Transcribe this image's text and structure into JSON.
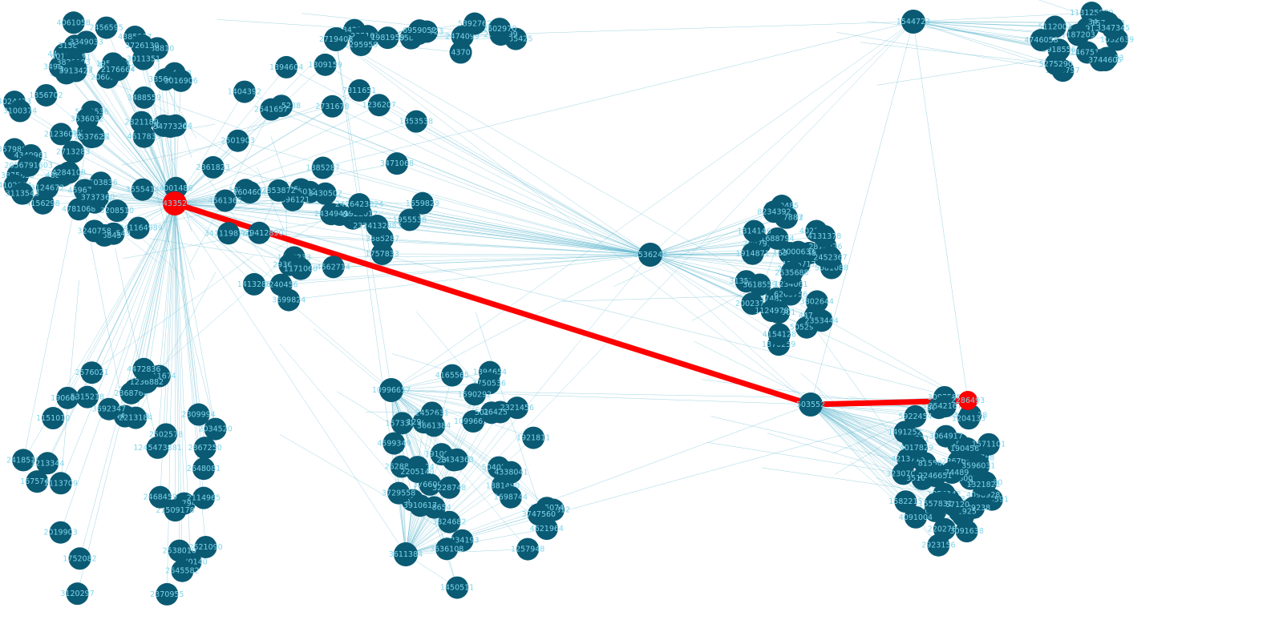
{
  "colors": {
    "background": "#ffffff",
    "node": "#0a5a73",
    "node_highlight": "#ff0000",
    "edge": "#5fb8cf",
    "path_edge": "#ff0000",
    "label": "#7fd4ea"
  },
  "highlighted_path": [
    "43352",
    "503552",
    "2286493"
  ],
  "hubs": {
    "hub_a": "43352",
    "hub_b": "503552",
    "hub_c": "1536246",
    "hub_d": "1544723",
    "hub_e": "10996657",
    "hub_f": "3611384",
    "hub_g": "2719406",
    "hub_h": "2286493"
  },
  "labels": {
    "top_left": [
      "3148254",
      "4599564",
      "2241164989",
      "4385997",
      "2060551",
      "3503836",
      "3488810",
      "4889981",
      "2264658",
      "3875853",
      "3124672",
      "3579889",
      "5224012",
      "3726130",
      "3566671",
      "3753109",
      "4102834",
      "4617839",
      "4596741",
      "4653549",
      "4024473",
      "5042536",
      "4349961",
      "4781068",
      "3208510",
      "3536032",
      "3498764",
      "3145462",
      "1707446",
      "3011351",
      "4001486",
      "4583545",
      "4706845",
      "4691916",
      "4061058",
      "3477320",
      "4537881",
      "3100374",
      "4456790",
      "3356400",
      "4012464",
      "3828103",
      "3737360",
      "3158309",
      "1950542",
      "2123601",
      "2537625",
      "2713283",
      "2456595",
      "4284108",
      "3488559",
      "2821189",
      "3240758",
      "2176664",
      "3349033",
      "3913423",
      "3555414",
      "4156298",
      "1356702",
      "2056791603",
      "3016906",
      "3113543"
    ],
    "center_left": [
      "2427940",
      "2034520",
      "2370955",
      "2867250",
      "2641885",
      "2502578",
      "1151010",
      "2521090",
      "2114965",
      "1511674",
      "2418519",
      "2309994",
      "3120297",
      "2576021",
      "2184420939",
      "1752082",
      "21509178",
      "1245473881",
      "1675740",
      "1170140",
      "1906669",
      "2538010",
      "2368766",
      "2213184",
      "2019903",
      "5315218",
      "1213344",
      "3692347",
      "2468459",
      "1113709",
      "1236882",
      "4472836",
      "2648081",
      "2645582"
    ],
    "middle": [
      "24135238",
      "3259410",
      "9717535",
      "2429412890",
      "1404392",
      "2731678",
      "1659829",
      "1236207",
      "3654640",
      "2501903",
      "1922012",
      "3885287",
      "1955538",
      "2501219",
      "7311651",
      "1385287",
      "1412233",
      "4396121",
      "2361823",
      "2434949",
      "1413288",
      "2324132883",
      "1077549",
      "2541657",
      "1309159",
      "2853872",
      "2936821",
      "1604604",
      "3471068",
      "3411198761",
      "1353538",
      "1757833",
      "1171068",
      "2426423824",
      "3430502",
      "3699824",
      "4562714",
      "4561365",
      "1394604",
      "7240456"
    ],
    "top_middle": [
      "2719406",
      "4342036",
      "2164722",
      "1435425",
      "1658388",
      "2351039",
      "2357723",
      "2796799",
      "2474099",
      "2602970",
      "2295959",
      "1981959",
      "5392762",
      "4370",
      "6959052"
    ],
    "top_right_cluster": [
      "2879797",
      "113125879",
      "3359155",
      "4346933",
      "2669378",
      "3474174",
      "1576513",
      "1187203",
      "1032639",
      "1467510",
      "5275290",
      "5112003",
      "3918556",
      "3347345",
      "3744605",
      "4746058"
    ],
    "right_upper_cluster": [
      "5081088",
      "5052974",
      "3135166",
      "2376752",
      "4472000",
      "4023162",
      "1370259",
      "1235384",
      "4939548",
      "2002377",
      "1229692",
      "3618559",
      "1334949",
      "1633733",
      "2087991",
      "3802644",
      "3748212",
      "1226717",
      "2000633",
      "2874276",
      "5840901",
      "1124978",
      "2353444",
      "1914871",
      "2452367",
      "6265756",
      "4154128",
      "1688794",
      "1314146",
      "1234061",
      "2630485",
      "4131378",
      "4167883",
      "8234392",
      "2535688"
    ],
    "right_lower_cluster": [
      "9033328",
      "2286493",
      "2923156",
      "3281242",
      "9600703",
      "2202783",
      "4081550",
      "1857371",
      "2155394",
      "1491252",
      "4213715",
      "2367074",
      "1715591",
      "4098928",
      "3091638",
      "4089238",
      "3259780",
      "3466178",
      "1448377",
      "2866519",
      "3097580",
      "1321821",
      "3201725",
      "3674489",
      "1582215",
      "3230702",
      "2322925",
      "1356142",
      "3510257",
      "5922454",
      "2909768",
      "1447317",
      "2246651",
      "1904561",
      "3596031",
      "3064917",
      "4091004",
      "3357120",
      "1571101",
      "1557831",
      "1204133",
      "2542167",
      "4017829"
    ],
    "bottom_middle": [
      "2234193",
      "1257948",
      "1921811",
      "1881490",
      "2246094",
      "10996657",
      "1910095",
      "4621964",
      "4106812",
      "5658654",
      "1394654",
      "1573310",
      "3750536",
      "2394696",
      "1450511",
      "4165565",
      "3636108",
      "1294038",
      "5015156",
      "1385074",
      "1434363",
      "5040514",
      "2452631",
      "4361945",
      "4338041",
      "2628864",
      "3729558",
      "3747560",
      "3910617",
      "3661384",
      "1698744",
      "2642505",
      "4599349",
      "3766060",
      "2321456",
      "2205149",
      "1590292",
      "3228748",
      "3824682"
    ]
  }
}
